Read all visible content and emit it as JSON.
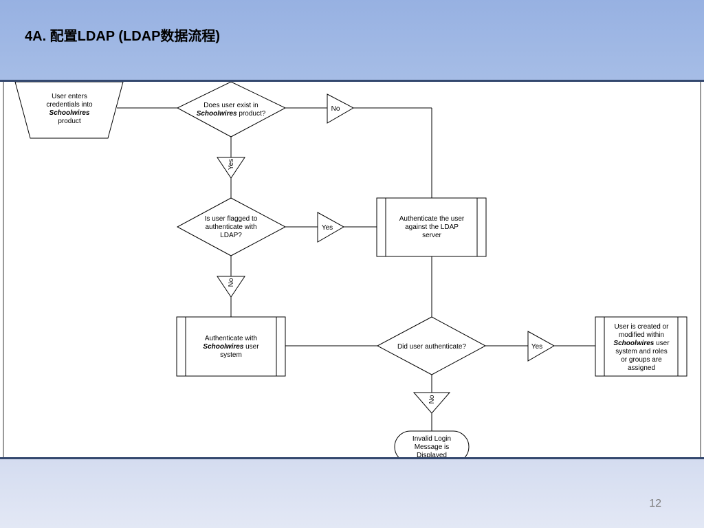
{
  "slide": {
    "title": "4A.  配置LDAP (LDAP数据流程)",
    "page_number": "12"
  },
  "diagram": {
    "start_lines": [
      "User enters",
      "credentials into",
      "Schoolwires",
      "product"
    ],
    "decision_user_exists": [
      "Does user exist in",
      "Schoolwires",
      " product?"
    ],
    "decision_flagged": [
      "Is user flagged to",
      "authenticate with",
      "LDAP?"
    ],
    "decision_authenticated": "Did user authenticate?",
    "process_ldap": [
      "Authenticate the user",
      "against the LDAP",
      "server"
    ],
    "process_schoolwires": [
      "Authenticate with",
      "Schoolwires",
      " user",
      "system"
    ],
    "process_user_created": [
      "User is created or",
      "modified within",
      "Schoolwires",
      " user",
      "system and roles",
      "or groups are",
      "assigned"
    ],
    "end_invalid": [
      "Invalid Login",
      "Message is",
      "Displayed"
    ],
    "labels": {
      "no_exists": "No",
      "yes_exists": "Yes",
      "yes_flagged": "Yes",
      "no_flagged": "No",
      "yes_auth": "Yes",
      "no_auth": "No"
    }
  }
}
